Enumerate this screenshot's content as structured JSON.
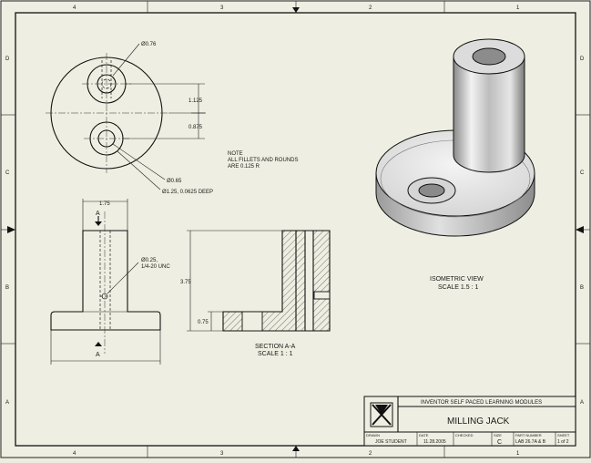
{
  "border": {
    "top_zones": [
      "4",
      "3",
      "2",
      "1"
    ],
    "side_zones": [
      "D",
      "C",
      "B",
      "A"
    ]
  },
  "top_view": {
    "callouts": {
      "dia_small": "Ø0.76",
      "dia_hole": "Ø0.65",
      "cbore": "Ø1.25, 0.0625 DEEP"
    },
    "dims": {
      "d1": "1.125",
      "d2": "0.875"
    }
  },
  "note": {
    "lines": [
      "NOTE",
      "ALL FILLETS AND ROUNDS",
      "ARE 0.125 R"
    ]
  },
  "front_view": {
    "width": "1.75",
    "thread_1": "Ø0.25,",
    "thread_2": "1/4-20 UNC",
    "section_mark": "A"
  },
  "section_view": {
    "height": "3.75",
    "base": "0.75",
    "title": "SECTION  A-A",
    "scale": "SCALE 1 : 1"
  },
  "iso_view": {
    "title": "ISOMETRIC VIEW",
    "scale": "SCALE 1.5 : 1"
  },
  "title_block": {
    "org": "INVENTOR SELF PACED LEARNING MODULES",
    "title": "MILLING JACK",
    "drawn_label": "DRAWN",
    "drawn_value": "JOE STUDENT",
    "date_label": "DATE",
    "date_value": "11.28.2005",
    "checked_label": "CHECKED",
    "size_label": "SIZE",
    "size_value": "C",
    "part_label": "PART NUMBER",
    "part_value": "LAB 26.7A & B",
    "sheet_label": "SHEET",
    "sheet_value": "1 of 2"
  }
}
